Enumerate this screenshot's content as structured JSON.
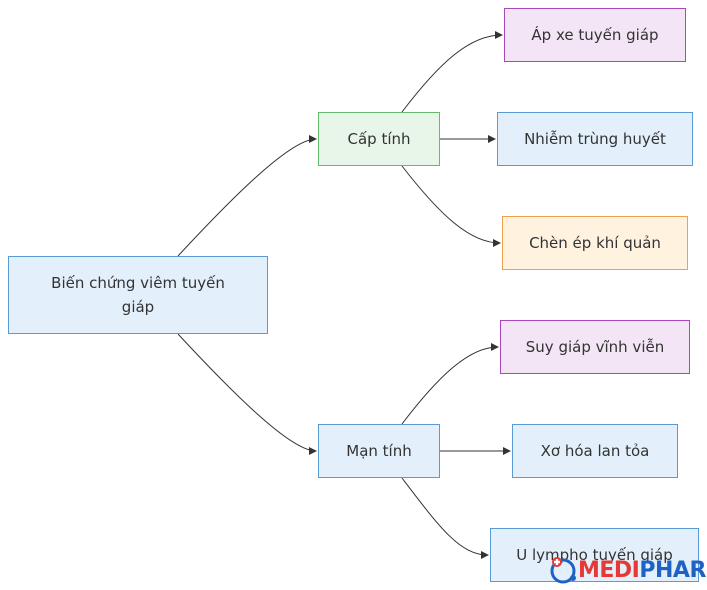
{
  "diagram": {
    "root": "Biến chứng viêm tuyến giáp",
    "branches": [
      {
        "label": "Cấp tính",
        "color": "#e8f5e9",
        "children": [
          {
            "label": "Áp xe tuyến giáp",
            "color": "#f3e5f5"
          },
          {
            "label": "Nhiễm trùng huyết",
            "color": "#e3f0fb"
          },
          {
            "label": "Chèn ép khí quản",
            "color": "#fff3e0"
          }
        ]
      },
      {
        "label": "Mạn tính",
        "color": "#e3f0fb",
        "children": [
          {
            "label": "Suy giáp vĩnh viễn",
            "color": "#f3e5f5"
          },
          {
            "label": "Xơ hóa lan tỏa",
            "color": "#e3f0fb"
          },
          {
            "label": "U lympho tuyến giáp",
            "color": "#e3f0fb"
          }
        ]
      }
    ]
  },
  "watermark": {
    "brand_a": "MEDI",
    "brand_b": "PHARM",
    "icon": "stethoscope-icon"
  }
}
